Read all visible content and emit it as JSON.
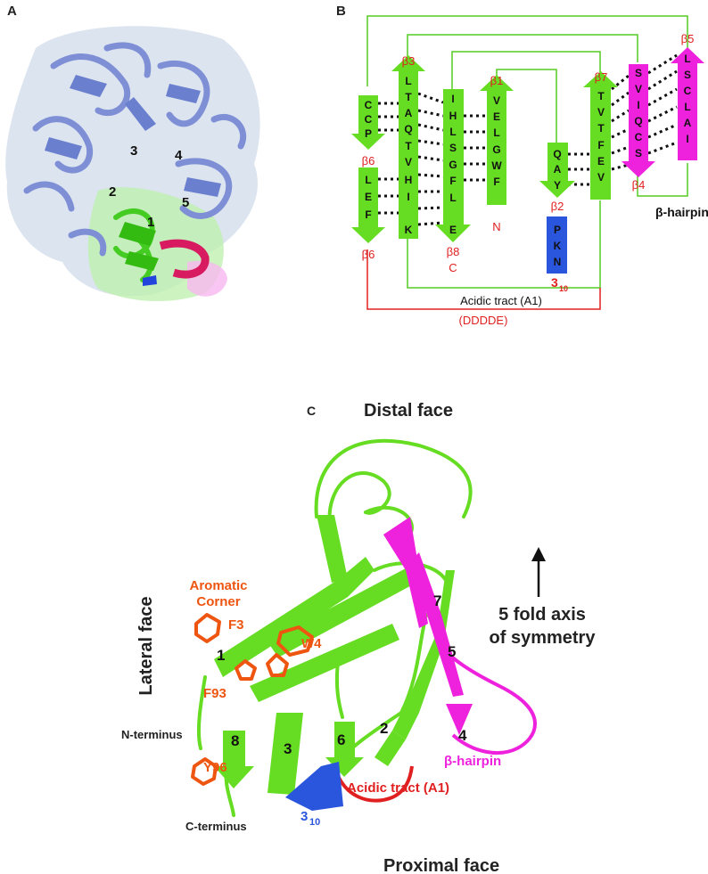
{
  "panels": {
    "a": {
      "letter": "A",
      "protomer_labels": [
        "1",
        "2",
        "3",
        "4",
        "5"
      ]
    },
    "b": {
      "letter": "B",
      "strands": [
        {
          "name": "β6",
          "residues": [
            "C",
            "C",
            "P"
          ],
          "color": "#66dd22"
        },
        {
          "name": "β6",
          "residues": [
            "L",
            "E",
            "F"
          ],
          "color": "#66dd22"
        },
        {
          "name": "β3",
          "residues": [
            "L",
            "T",
            "A",
            "Q",
            "T",
            "V",
            "H",
            "I",
            "K"
          ],
          "color": "#66dd22"
        },
        {
          "name": "β8",
          "residues": [
            "I",
            "H",
            "L",
            "S",
            "G",
            "F",
            "L",
            "E"
          ],
          "color": "#66dd22"
        },
        {
          "name": "β1",
          "residues": [
            "V",
            "E",
            "L",
            "G",
            "W",
            "F"
          ],
          "color": "#66dd22"
        },
        {
          "name": "β2",
          "residues": [
            "Q",
            "A",
            "Y"
          ],
          "color": "#66dd22"
        },
        {
          "name": "β7",
          "residues": [
            "T",
            "V",
            "T",
            "F",
            "E",
            "V"
          ],
          "color": "#66dd22"
        },
        {
          "name": "β4",
          "residues": [
            "S",
            "V",
            "I",
            "Q",
            "C",
            "S"
          ],
          "color": "#ee22dd"
        },
        {
          "name": "β5",
          "residues": [
            "L",
            "S",
            "C",
            "L",
            "A",
            "I"
          ],
          "color": "#ee22dd"
        }
      ],
      "helix_310": {
        "residues": [
          "P",
          "K",
          "N"
        ],
        "label_main": "3",
        "label_sub": "10",
        "color": "#2a55dd"
      },
      "terminus_n": "N",
      "terminus_c": "C",
      "hairpin_label": "β-hairpin",
      "acidic_label": "Acidic tract (A1)",
      "acidic_seq": "(DDDDE)"
    },
    "c": {
      "letter": "C",
      "distal": "Distal face",
      "proximal": "Proximal face",
      "lateral": "Lateral face",
      "axis_line1": "5 fold axis",
      "axis_line2": "of symmetry",
      "aromatic_line1": "Aromatic",
      "aromatic_line2": "Corner",
      "residues": [
        "F3",
        "W4",
        "F93",
        "Y96"
      ],
      "strand_numbers": [
        "1",
        "2",
        "3",
        "4",
        "5",
        "6",
        "7",
        "8"
      ],
      "n_terminus": "N-terminus",
      "c_terminus": "C-terminus",
      "hairpin_label": "β-hairpin",
      "acidic_label": "Acidic tract (A1)",
      "helix_main": "3",
      "helix_sub": "10"
    }
  },
  "colors": {
    "green": "#66dd22",
    "magenta": "#ee22dd",
    "blue": "#2a55dd",
    "red": "#e02020",
    "orange": "#ee5511",
    "periwinkle": "#8a96d8"
  }
}
